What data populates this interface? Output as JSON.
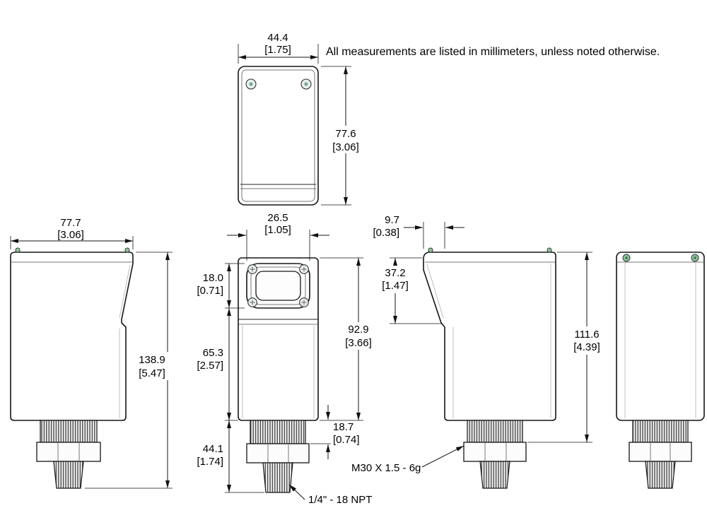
{
  "note": "All measurements are listed in millimeters, unless noted otherwise.",
  "views": {
    "top": {
      "width": {
        "mm": "44.4",
        "inch": "[1.75]"
      },
      "depth": {
        "mm": "77.6",
        "inch": "[3.06]"
      }
    },
    "left_side": {
      "width": {
        "mm": "77.7",
        "inch": "[3.06]"
      },
      "height": {
        "mm": "138.9",
        "inch": "[5.47]"
      }
    },
    "front": {
      "window_width": {
        "mm": "26.5",
        "inch": "[1.05]"
      },
      "window_height": {
        "mm": "18.0",
        "inch": "[0.71]"
      },
      "lower_body": {
        "mm": "65.3",
        "inch": "[2.57]"
      },
      "stem_length": {
        "mm": "44.1",
        "inch": "[1.74]"
      },
      "body_height": {
        "mm": "92.9",
        "inch": "[3.66]"
      },
      "thread_length": {
        "mm": "18.7",
        "inch": "[0.74]"
      },
      "thread_callout": "1/4\" - 18 NPT"
    },
    "right_side": {
      "face_offset": {
        "mm": "9.7",
        "inch": "[0.38]"
      },
      "head_height": {
        "mm": "37.2",
        "inch": "[1.47]"
      },
      "overall_height": {
        "mm": "111.6",
        "inch": "[4.39]"
      },
      "thread_callout": "M30 X 1.5 - 6g"
    }
  }
}
